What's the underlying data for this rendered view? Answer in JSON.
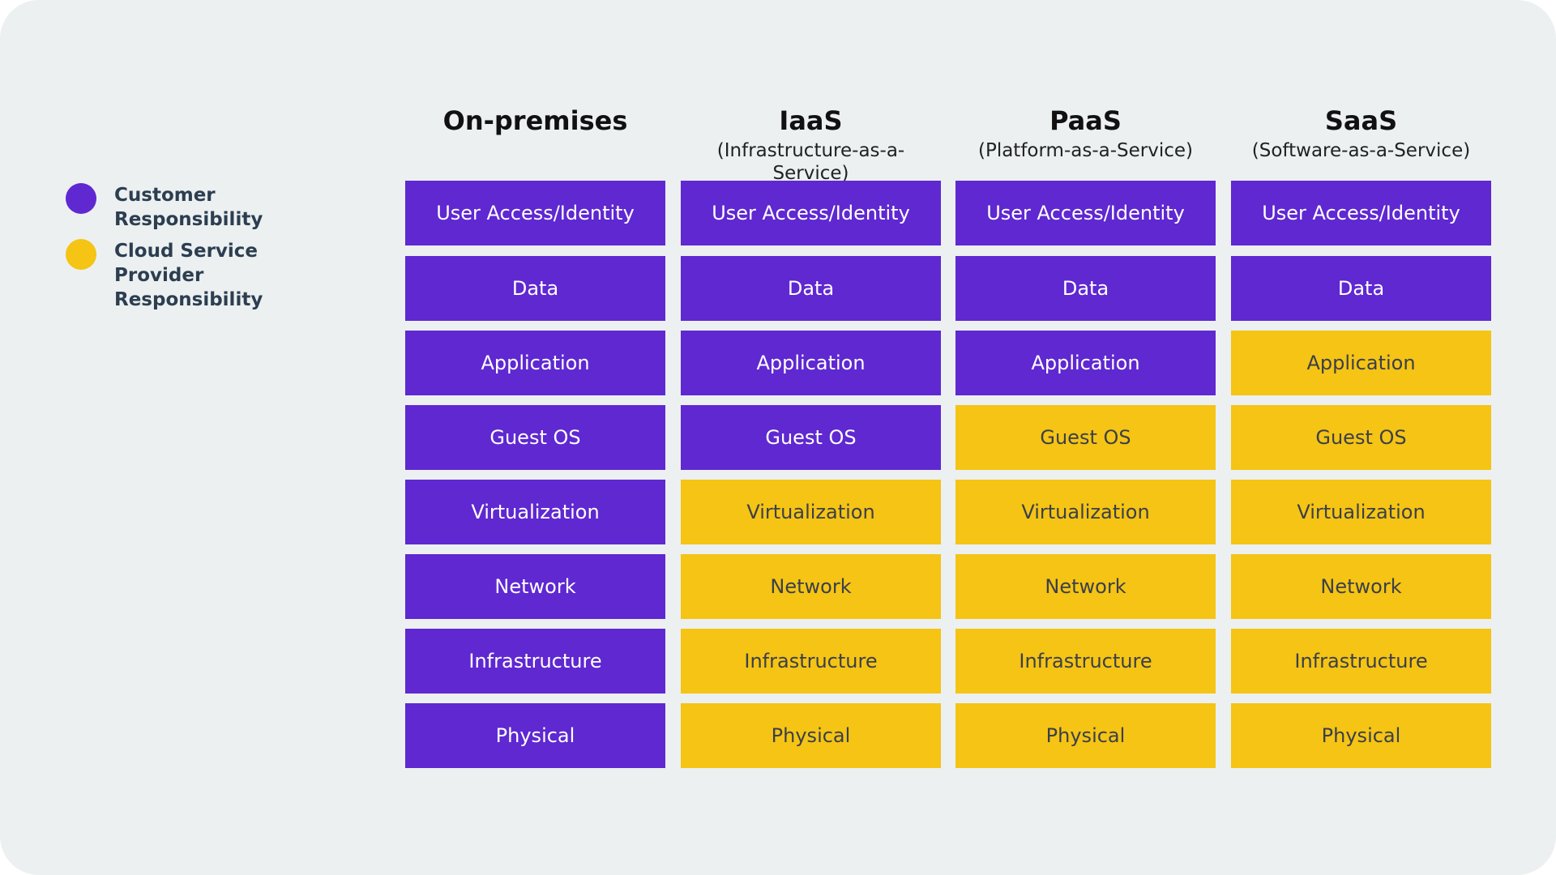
{
  "colors": {
    "background": "#ecf0f1",
    "customer": "#5f28d1",
    "provider": "#f5c414",
    "customer_text": "#ffffff",
    "provider_text": "#3b3f4a"
  },
  "legend": {
    "customer": {
      "label": "Customer Responsibility",
      "owner": "customer"
    },
    "provider": {
      "label": "Cloud Service Provider Responsibility",
      "owner": "provider"
    }
  },
  "layers": [
    "User Access/Identity",
    "Data",
    "Application",
    "Guest OS",
    "Virtualization",
    "Network",
    "Infrastructure",
    "Physical"
  ],
  "columns": [
    {
      "title": "On-premises",
      "subtitle": "",
      "owners": [
        "customer",
        "customer",
        "customer",
        "customer",
        "customer",
        "customer",
        "customer",
        "customer"
      ]
    },
    {
      "title": "IaaS",
      "subtitle": "(Infrastructure-as-a-Service)",
      "owners": [
        "customer",
        "customer",
        "customer",
        "customer",
        "provider",
        "provider",
        "provider",
        "provider"
      ]
    },
    {
      "title": "PaaS",
      "subtitle": "(Platform-as-a-Service)",
      "owners": [
        "customer",
        "customer",
        "customer",
        "provider",
        "provider",
        "provider",
        "provider",
        "provider"
      ]
    },
    {
      "title": "SaaS",
      "subtitle": "(Software-as-a-Service)",
      "owners": [
        "customer",
        "customer",
        "provider",
        "provider",
        "provider",
        "provider",
        "provider",
        "provider"
      ]
    }
  ]
}
